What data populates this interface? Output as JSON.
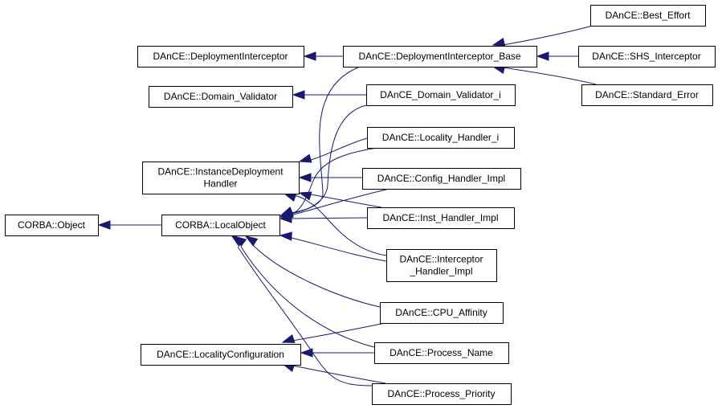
{
  "diagram": {
    "type": "inheritance-graph",
    "edge_color": "#191970",
    "nodes": [
      {
        "id": "corba_object",
        "lines": [
          "CORBA::Object"
        ]
      },
      {
        "id": "corba_localobject",
        "lines": [
          "CORBA::LocalObject"
        ]
      },
      {
        "id": "deployment_interceptor",
        "lines": [
          "DAnCE::DeploymentInterceptor"
        ]
      },
      {
        "id": "domain_validator",
        "lines": [
          "DAnCE::Domain_Validator"
        ]
      },
      {
        "id": "instance_deployment_handler",
        "lines": [
          "DAnCE::InstanceDeployment",
          "Handler"
        ]
      },
      {
        "id": "locality_configuration",
        "lines": [
          "DAnCE::LocalityConfiguration"
        ]
      },
      {
        "id": "deployment_interceptor_base",
        "lines": [
          "DAnCE::DeploymentInterceptor_Base"
        ]
      },
      {
        "id": "domain_validator_i",
        "lines": [
          "DAnCE_Domain_Validator_i"
        ]
      },
      {
        "id": "locality_handler_i",
        "lines": [
          "DAnCE::Locality_Handler_i"
        ]
      },
      {
        "id": "config_handler_impl",
        "lines": [
          "DAnCE::Config_Handler_Impl"
        ]
      },
      {
        "id": "inst_handler_impl",
        "lines": [
          "DAnCE::Inst_Handler_Impl"
        ]
      },
      {
        "id": "interceptor_handler_impl",
        "lines": [
          "DAnCE::Interceptor",
          "_Handler_Impl"
        ]
      },
      {
        "id": "cpu_affinity",
        "lines": [
          "DAnCE::CPU_Affinity"
        ]
      },
      {
        "id": "process_name",
        "lines": [
          "DAnCE::Process_Name"
        ]
      },
      {
        "id": "process_priority",
        "lines": [
          "DAnCE::Process_Priority"
        ]
      },
      {
        "id": "best_effort",
        "lines": [
          "DAnCE::Best_Effort"
        ]
      },
      {
        "id": "shs_interceptor",
        "lines": [
          "DAnCE::SHS_Interceptor"
        ]
      },
      {
        "id": "standard_error",
        "lines": [
          "DAnCE::Standard_Error"
        ]
      }
    ],
    "edges": [
      {
        "from": "corba_localobject",
        "to": "corba_object"
      },
      {
        "from": "deployment_interceptor_base",
        "to": "deployment_interceptor"
      },
      {
        "from": "deployment_interceptor_base",
        "to": "corba_localobject"
      },
      {
        "from": "domain_validator_i",
        "to": "domain_validator"
      },
      {
        "from": "domain_validator_i",
        "to": "corba_localobject"
      },
      {
        "from": "locality_handler_i",
        "to": "instance_deployment_handler"
      },
      {
        "from": "locality_handler_i",
        "to": "corba_localobject"
      },
      {
        "from": "config_handler_impl",
        "to": "instance_deployment_handler"
      },
      {
        "from": "config_handler_impl",
        "to": "corba_localobject"
      },
      {
        "from": "inst_handler_impl",
        "to": "instance_deployment_handler"
      },
      {
        "from": "inst_handler_impl",
        "to": "corba_localobject"
      },
      {
        "from": "interceptor_handler_impl",
        "to": "instance_deployment_handler"
      },
      {
        "from": "interceptor_handler_impl",
        "to": "corba_localobject"
      },
      {
        "from": "cpu_affinity",
        "to": "locality_configuration"
      },
      {
        "from": "cpu_affinity",
        "to": "corba_localobject"
      },
      {
        "from": "process_name",
        "to": "locality_configuration"
      },
      {
        "from": "process_name",
        "to": "corba_localobject"
      },
      {
        "from": "process_priority",
        "to": "locality_configuration"
      },
      {
        "from": "process_priority",
        "to": "corba_localobject"
      },
      {
        "from": "best_effort",
        "to": "deployment_interceptor_base"
      },
      {
        "from": "shs_interceptor",
        "to": "deployment_interceptor_base"
      },
      {
        "from": "standard_error",
        "to": "deployment_interceptor_base"
      }
    ]
  }
}
